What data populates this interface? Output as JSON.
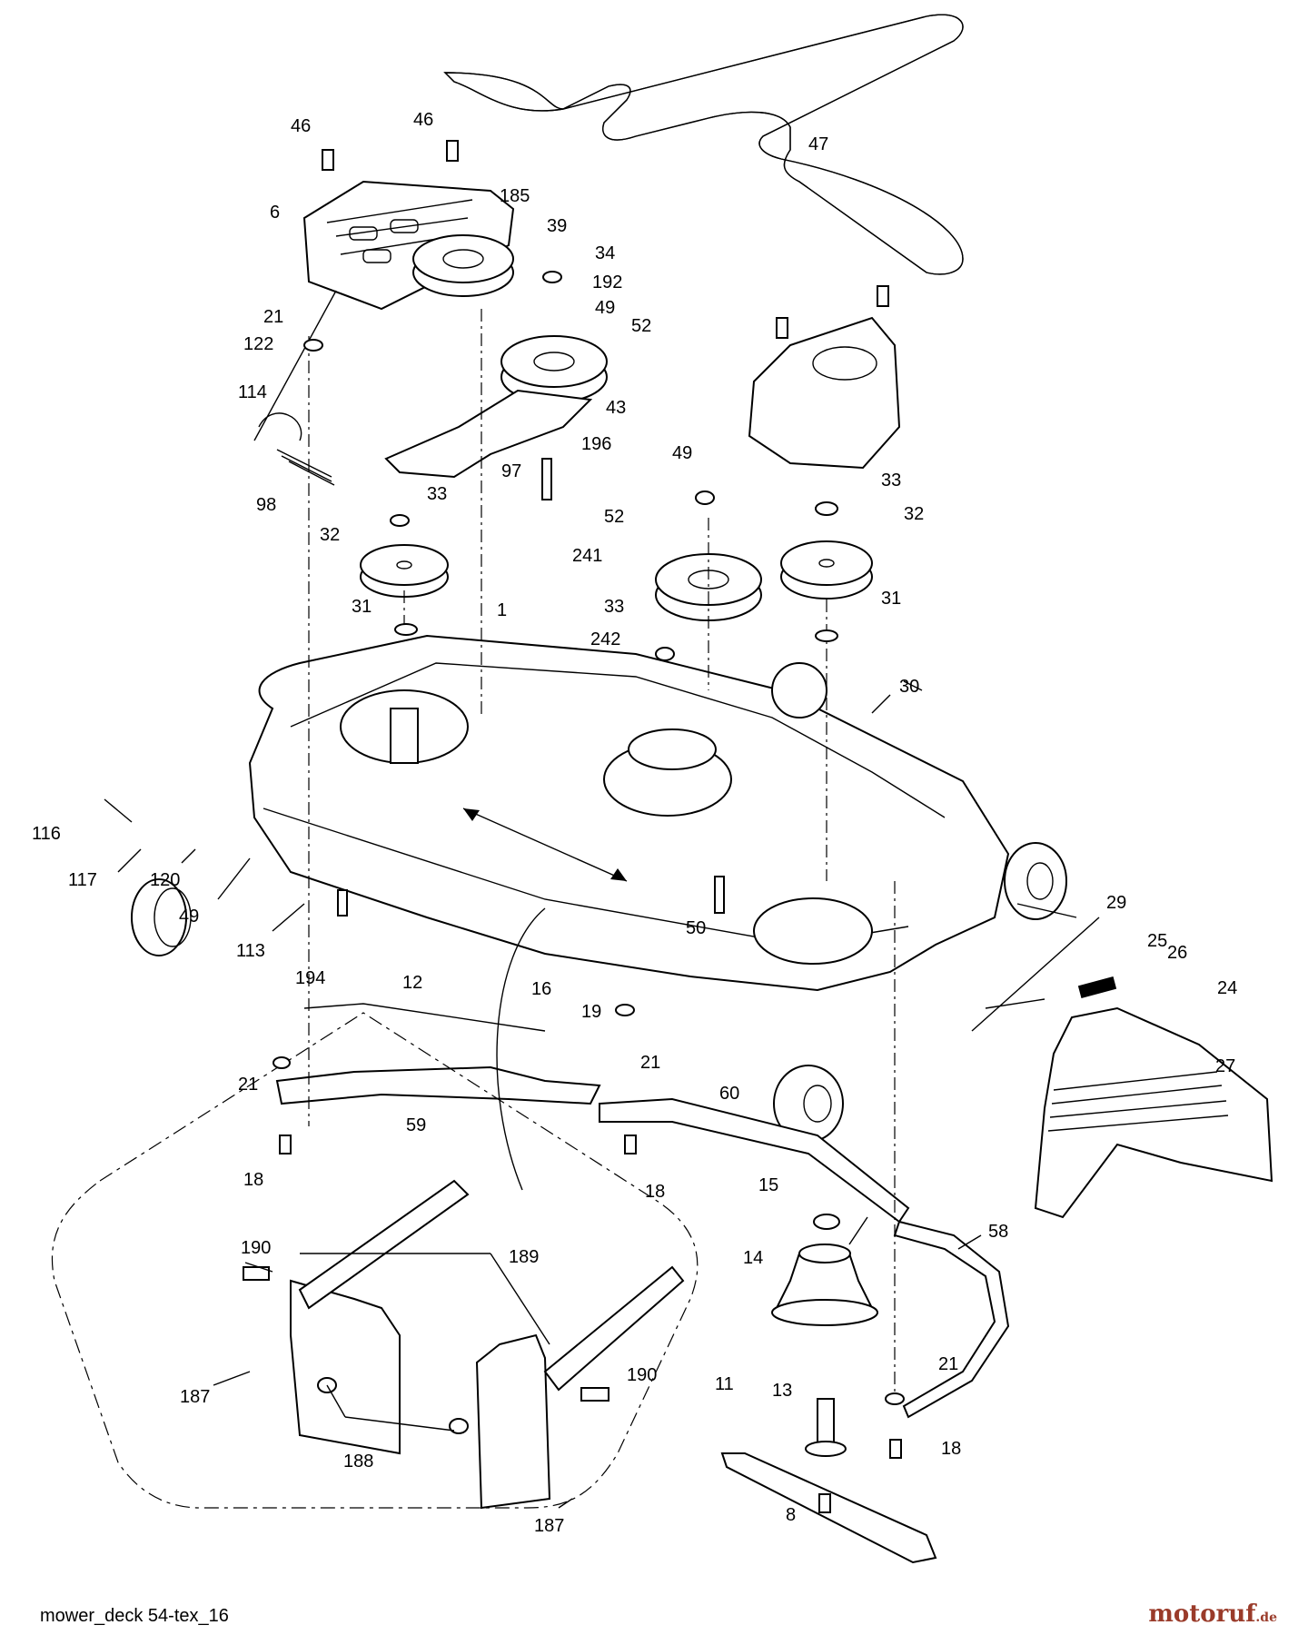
{
  "caption": "mower_deck 54-tex_16",
  "logo": {
    "name": "motoruf",
    "tld": ".de"
  },
  "callouts": [
    "46",
    "46",
    "47",
    "185",
    "6",
    "39",
    "34",
    "192",
    "49",
    "52",
    "21",
    "122",
    "43",
    "114",
    "196",
    "97",
    "98",
    "49",
    "33",
    "33",
    "32",
    "52",
    "32",
    "241",
    "31",
    "33",
    "31",
    "1",
    "242",
    "30",
    "116",
    "117",
    "120",
    "49",
    "50",
    "113",
    "194",
    "29",
    "25",
    "26",
    "24",
    "12",
    "16",
    "19",
    "21",
    "21",
    "27",
    "59",
    "60",
    "18",
    "18",
    "15",
    "58",
    "190",
    "189",
    "14",
    "190",
    "187",
    "188",
    "187",
    "21",
    "11",
    "13",
    "18",
    "8"
  ]
}
